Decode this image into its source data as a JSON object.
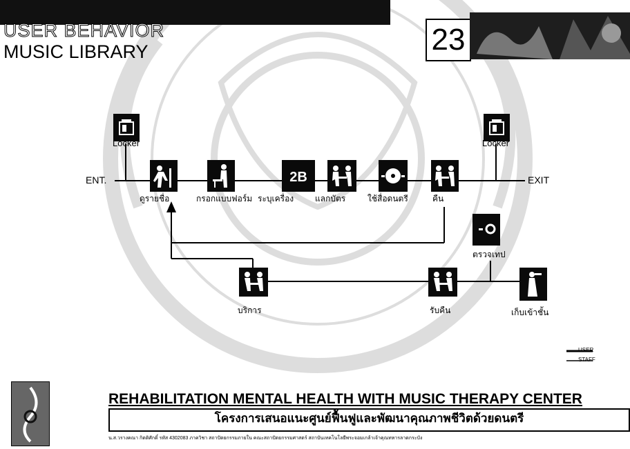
{
  "header": {
    "title_line1": "USER BEHAVIOR",
    "title_line2": "MUSIC LIBRARY",
    "page_number": "23"
  },
  "diagram": {
    "entry_label": "ENT.",
    "exit_label": "EXIT",
    "locker_left": "Locker",
    "locker_right": "Locker",
    "steps": [
      "ดูรายชื่อ",
      "กรอกแบบฟอร์ม",
      "ระบุเครื่อง",
      "แลกบัตร",
      "ใช้สื่อดนตรี",
      "คืน"
    ],
    "step3_icon_text": "2B",
    "staff": {
      "service": "บริการ",
      "receive": "รับคืน",
      "check": "ตรวจเทป",
      "store": "เก็บเข้าชั้น"
    }
  },
  "legend": {
    "user": "USER",
    "staff": "STAFF"
  },
  "footer": {
    "title": "REHABILITATION MENTAL HEALTH WITH MUSIC THERAPY CENTER",
    "thai_title": "โครงการเสนอแนะศูนย์ฟื้นฟูและพัฒนาคุณภาพชีวิตด้วยดนตรี",
    "credit": "น.ส.วรางคณา  กิตติศักดิ์  รหัส 4302083  ภาควิชา สถาปัตยกรรมภายใน  คณะสถาปัตยกรรมศาสตร์  สถาบันเทคโนโลยีพระจอมเกล้าเจ้าคุณทหารลาดกระบัง"
  }
}
